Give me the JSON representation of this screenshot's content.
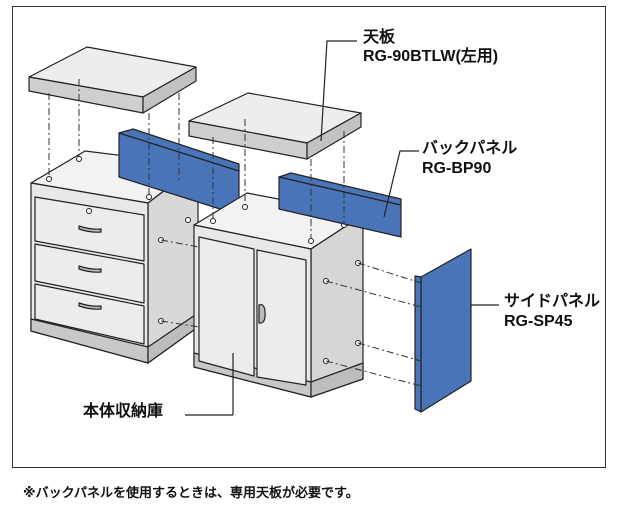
{
  "labels": {
    "top_board": {
      "name": "天板",
      "model": "RG-90BTLW(左用)"
    },
    "back_panel": {
      "name": "バックパネル",
      "model": "RG-BP90"
    },
    "side_panel": {
      "name": "サイドパネル",
      "model": "RG-SP45"
    },
    "storage_body": {
      "name": "本体収納庫"
    }
  },
  "note": "※バックパネルを使用するときは、専用天板が必要です。",
  "colors": {
    "panel_blue": "#4a74b8",
    "cabinet_gray": "#e6e6e6",
    "top_gray": "#ededed",
    "outline": "#222222"
  }
}
